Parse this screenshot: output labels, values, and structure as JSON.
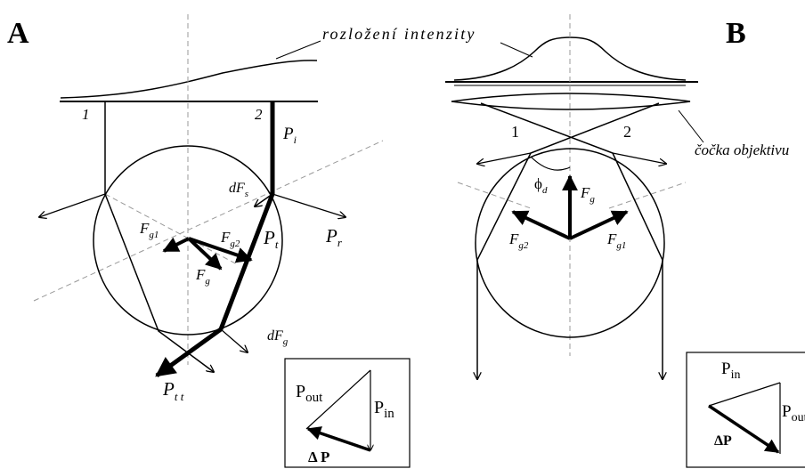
{
  "panel_a": {
    "letter": "A",
    "beam_1": "1",
    "beam_2": "2",
    "p_i": "P",
    "p_i_sub": "i",
    "df_s": "dF",
    "df_s_sub": "s",
    "p_t": "P",
    "p_t_sub": "t",
    "p_r": "P",
    "p_r_sub": "r",
    "f_g1": "F",
    "f_g1_sub": "g1",
    "f_g2": "F",
    "f_g2_sub": "g2",
    "f_g": "F",
    "f_g_sub": "g",
    "df_g": "dF",
    "df_g_sub": "g",
    "p_tt": "P",
    "p_tt_sub": "t t",
    "inset": {
      "p_out": "P",
      "p_out_sub": "out",
      "p_in": "P",
      "p_in_sub": "in",
      "delta_p": "Δ P"
    }
  },
  "panel_b": {
    "letter": "B",
    "intensity_label": "rozložení intenzity",
    "lens_label": "čočka objektivu",
    "beam_1": "1",
    "beam_2": "2",
    "phi_d": "ϕ",
    "phi_d_sub": "d",
    "f_g": "F",
    "f_g_sub": "g",
    "f_g2": "F",
    "f_g2_sub": "g2",
    "f_g1": "F",
    "f_g1_sub": "g1",
    "inset": {
      "p_in": "P",
      "p_in_sub": "in",
      "p_out": "P",
      "p_out_sub": "out",
      "delta_p": "ΔP"
    }
  }
}
